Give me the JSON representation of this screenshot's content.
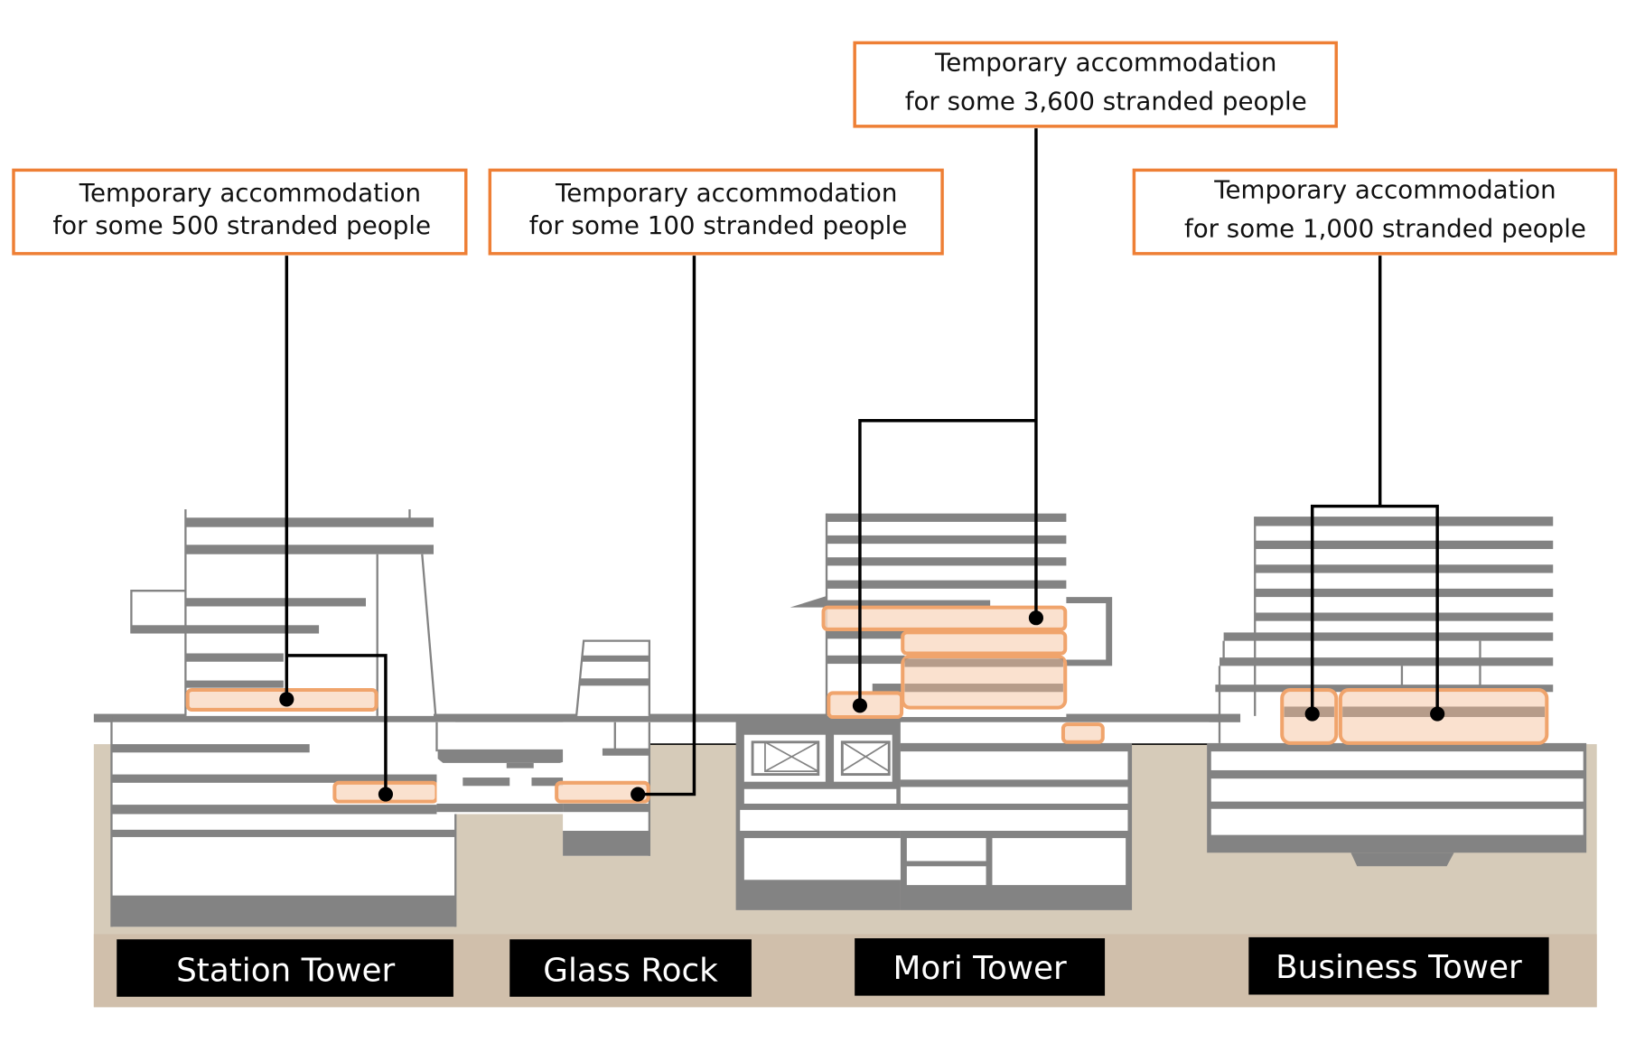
{
  "title": "Temporary accommodation for stranded people in the Roppongi Hills buildings",
  "colors": {
    "callout_border": "#ee7f35",
    "accommodation_zone_fill": "#f9dcc7",
    "accommodation_zone_border": "#f0a46c",
    "building_structure": "#838383",
    "ground": "#d6cbb9",
    "ground_band": "#d0bfab",
    "label_background": "#000000",
    "label_text": "#ffffff",
    "leader_line": "#000000"
  },
  "callouts": [
    {
      "building": "Station Tower",
      "line1": "Temporary accommodation",
      "line2": "for some 500 stranded people",
      "capacity": 500
    },
    {
      "building": "Glass Rock",
      "line1": "Temporary accommodation",
      "line2": "for some 100 stranded people",
      "capacity": 100
    },
    {
      "building": "Mori Tower",
      "line1": "Temporary accommodation",
      "line2": "for some 3,600 stranded people",
      "capacity": 3600
    },
    {
      "building": "Business Tower",
      "line1": "Temporary accommodation",
      "line2": "for some 1,000 stranded people",
      "capacity": 1000
    }
  ],
  "buildings": [
    {
      "name": "Station Tower"
    },
    {
      "name": "Glass Rock"
    },
    {
      "name": "Mori Tower"
    },
    {
      "name": "Business Tower"
    }
  ]
}
